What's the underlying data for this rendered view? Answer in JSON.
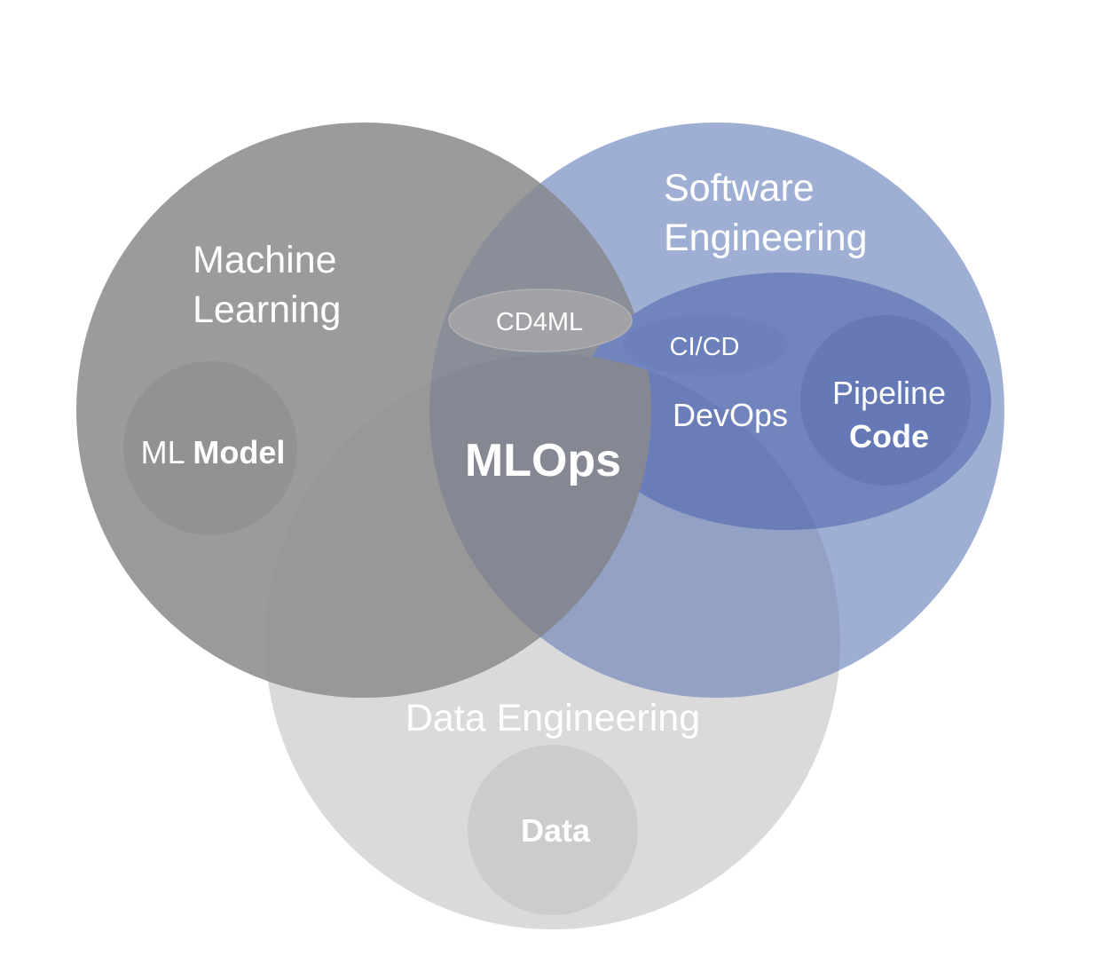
{
  "colors": {
    "machine_learning": "#9b9b9b",
    "software_engineering": "#9fafd4",
    "data_engineering": "#dadada",
    "devops": "#7184bd",
    "pipeline_code": "#6479b5",
    "cicd": "#6c80bb",
    "cd4ml": "#9a9a9a",
    "ml_model": "#929292",
    "data": "#cccccc",
    "text": "#ffffff"
  },
  "sets": {
    "machine_learning": {
      "line1": "Machine",
      "line2": "Learning"
    },
    "software_engineering": {
      "line1": "Software",
      "line2": "Engineering"
    },
    "data_engineering": {
      "label": "Data Engineering"
    }
  },
  "subsets": {
    "ml_model": {
      "prefix": "ML",
      "emphasis": "Model"
    },
    "data": {
      "label": "Data"
    },
    "devops": {
      "label": "DevOps"
    },
    "pipeline_code": {
      "line1": "Pipeline",
      "line2": "Code"
    },
    "cicd": {
      "label": "CI/CD"
    },
    "cd4ml": {
      "label": "CD4ML"
    }
  },
  "center": {
    "label": "MLOps"
  }
}
